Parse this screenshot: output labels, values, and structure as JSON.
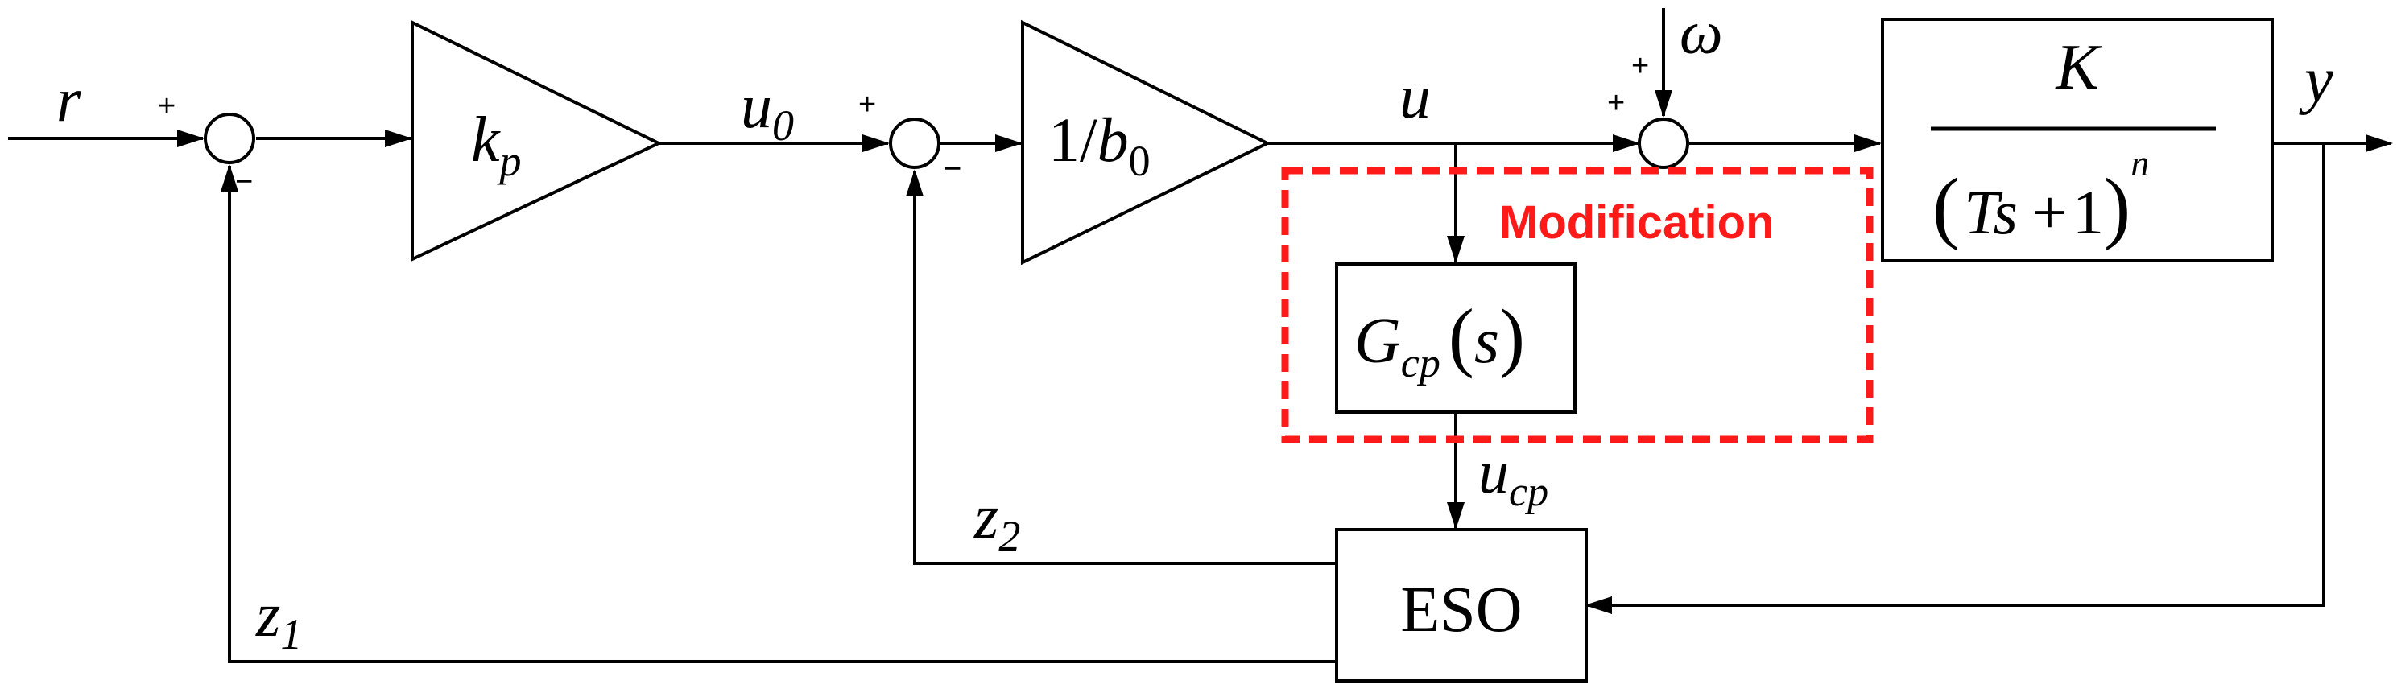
{
  "colors": {
    "line": "#000000",
    "modification": "#ff1a1a"
  },
  "signals": {
    "r": "r",
    "u0": {
      "base": "u",
      "sub": "0"
    },
    "u": "u",
    "omega": "ω",
    "y": "y",
    "ucp": {
      "base": "u",
      "sub": "cp"
    },
    "z1": {
      "base": "z",
      "sub": "1"
    },
    "z2": {
      "base": "z",
      "sub": "2"
    }
  },
  "blocks": {
    "kp": {
      "base": "k",
      "sub": "p"
    },
    "inv_b0": {
      "prefix": "1/",
      "base": "b",
      "sub": "0"
    },
    "plant": {
      "numerator": "K",
      "open": "(",
      "T": "T",
      "s": "s",
      "plus": "+",
      "one": "1",
      "close": ")",
      "exp": "n"
    },
    "gcp": {
      "base": "G",
      "sub": "cp",
      "open": "(",
      "arg": "s",
      "close": ")"
    },
    "eso": "ESO"
  },
  "signs": {
    "sum1_ref": "+",
    "sum1_fb": "−",
    "sum2_in": "+",
    "sum2_fb": "−",
    "sum3_u": "+",
    "sum3_dist": "+"
  },
  "modification_label": "Modification"
}
